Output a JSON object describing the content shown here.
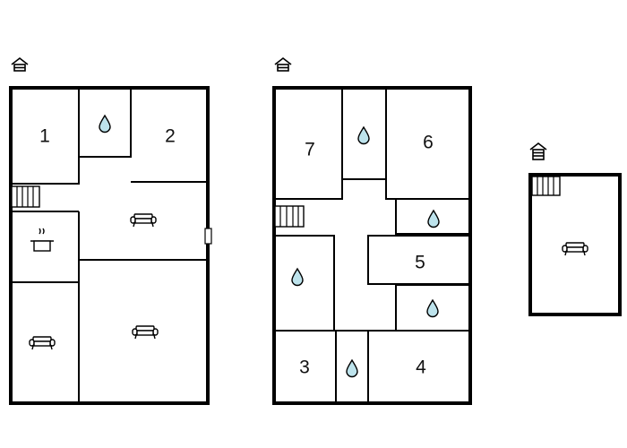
{
  "floors": [
    {
      "id": "floor-1",
      "icon": "house-floor-icon",
      "rooms": [
        {
          "number": "1"
        },
        {
          "number": "2"
        }
      ]
    },
    {
      "id": "floor-2",
      "icon": "house-floor-icon",
      "rooms": [
        {
          "number": "7"
        },
        {
          "number": "6"
        },
        {
          "number": "5"
        },
        {
          "number": "3"
        },
        {
          "number": "4"
        }
      ]
    },
    {
      "id": "floor-3",
      "icon": "house-attic-icon",
      "rooms": []
    }
  ],
  "icons": {
    "bathroom": "water-drop-icon",
    "living": "sofa-icon",
    "kitchen": "cooking-pot-icon",
    "stairs": "stairs-icon"
  },
  "colors": {
    "wall": "#000000",
    "water": "#bde3ec",
    "background": "#ffffff"
  }
}
